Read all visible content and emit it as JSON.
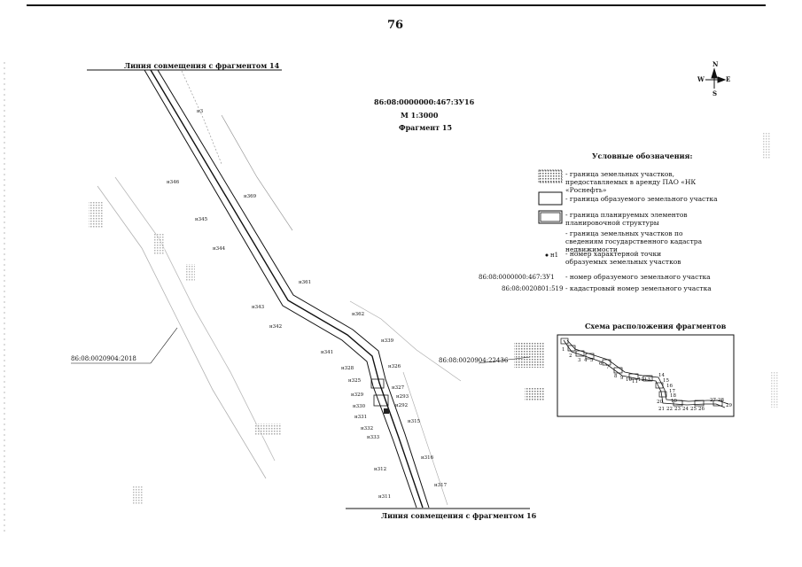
{
  "page_number": "76",
  "match_line_top": "Линия совмещения с фрагментом 14",
  "match_line_bottom": "Линия совмещения с фрагментом 16",
  "title": {
    "parcel": "86:08:0000000:467:ЗУ16",
    "scale": "М 1:3000",
    "fragment": "Фрагмент 15"
  },
  "compass": {
    "n": "N",
    "s": "S",
    "w": "W",
    "e": "E"
  },
  "legend": {
    "title": "Условные обозначения:",
    "items": [
      {
        "symbol": "hatched-box",
        "text": "- граница земельных участков, предоставляемых в аренду ПАО «НК «Роснефть»"
      },
      {
        "symbol": "plain-box",
        "text": "- граница образуемого земельного участка"
      },
      {
        "symbol": "double-box",
        "text": "- граница планируемых элементов планировочной структуры"
      },
      {
        "symbol": "none",
        "text": "- граница земельных участков по сведениям государственного кадастра недвижимости"
      },
      {
        "symbol": "н1",
        "text": "- номер характерной точки образуемых земельных участков"
      },
      {
        "symbol": "86:08:0000000:467:ЗУ1",
        "text": "- номер образуемого земельного участка"
      },
      {
        "symbol": "86:08:0020801:519",
        "text": "- кадастровый номер земельного участка"
      }
    ]
  },
  "scheme": {
    "title": "Схема расположения фрагментов",
    "numbers": [
      "1",
      "2",
      "3",
      "4",
      "5",
      "6",
      "7",
      "8",
      "9",
      "10",
      "11",
      "12",
      "13",
      "14",
      "15",
      "16",
      "17",
      "18",
      "19",
      "20",
      "21",
      "22",
      "23",
      "24",
      "25",
      "26",
      "27",
      "28",
      "29"
    ]
  },
  "cadastral_labels": {
    "left": "86:08:0020904:2018",
    "right": "86:08:0020904:22436"
  },
  "points": [
    "н346",
    "н345",
    "н344",
    "н369",
    "н361",
    "н343",
    "н342",
    "н362",
    "н341",
    "н339",
    "н326",
    "н327",
    "н325",
    "н328",
    "н329",
    "н293",
    "н292",
    "н330",
    "н331",
    "н332",
    "н333",
    "н315",
    "н316",
    "н312",
    "н317",
    "н311",
    "н3"
  ]
}
